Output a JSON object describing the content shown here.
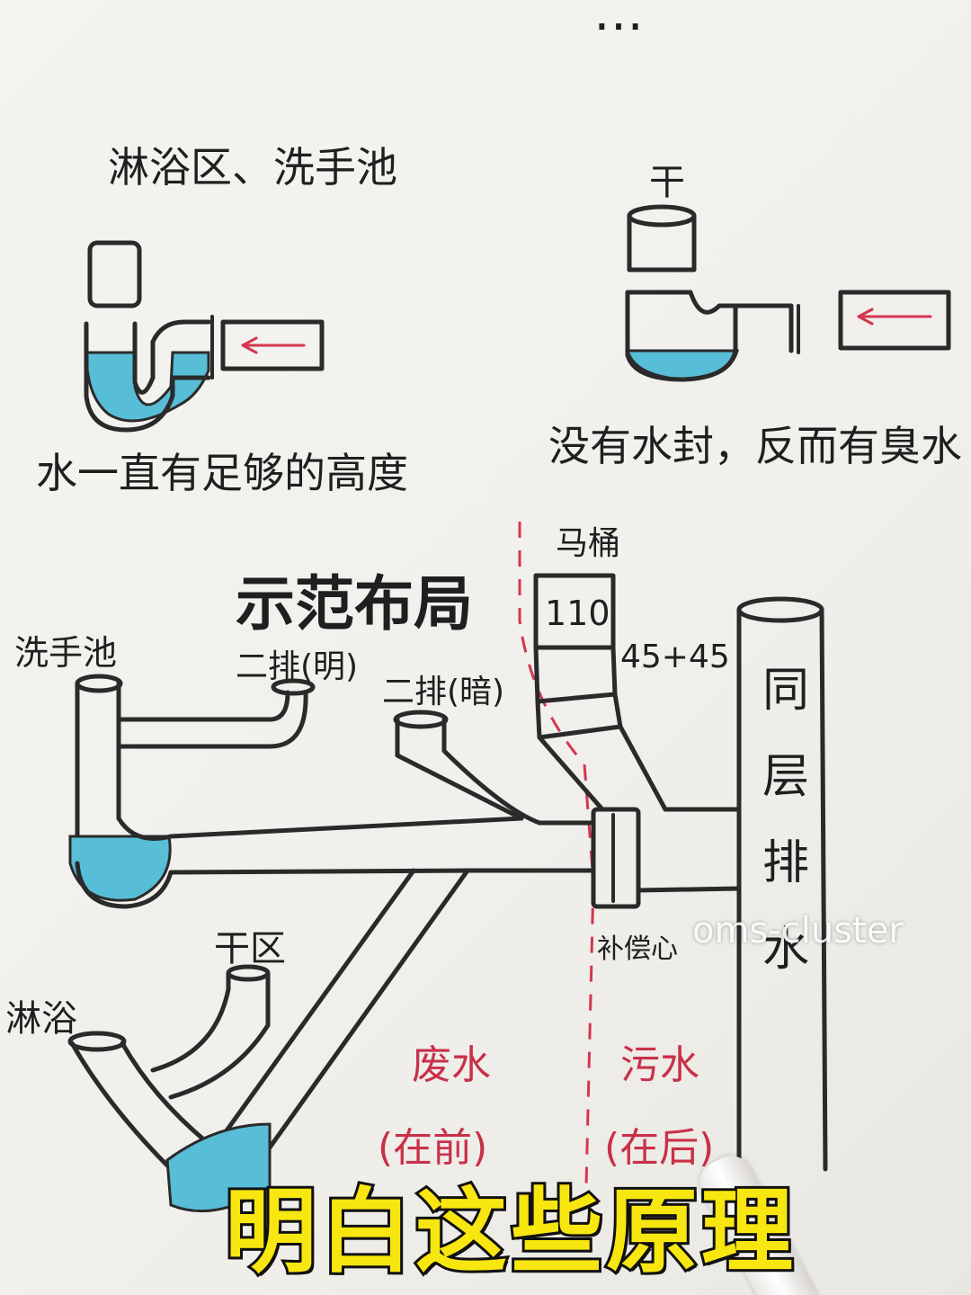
{
  "title_top": "…",
  "sections": {
    "trap_good": {
      "heading": "淋浴区、洗手池",
      "note": "水一直有足够的高度"
    },
    "trap_bad": {
      "dry_label": "干",
      "note": "没有水封，反而有臭水"
    }
  },
  "layout_diagram": {
    "heading": "示范布局",
    "labels": {
      "basin": "洗手池",
      "secondary_drain_exposed": "二排(明)",
      "secondary_drain_hidden": "二排(暗)",
      "toilet": "马桶",
      "toilet_pipe_size": "110",
      "elbow_angles": "45+45",
      "same_floor_drainage": "同层排水",
      "dry_zone": "干区",
      "shower": "淋浴",
      "eccentric": "补偿心",
      "waste_water": "废水",
      "waste_water_position": "(在前)",
      "sewage": "污水",
      "sewage_position": "(在后)"
    }
  },
  "caption": "明白这些原理",
  "watermark": "oms-cluster",
  "colors": {
    "ink": "#2a2a2a",
    "water": "#58bdd6",
    "red_ink": "#d4364f",
    "caption_fill": "#f8e610",
    "caption_stroke": "#111111"
  }
}
